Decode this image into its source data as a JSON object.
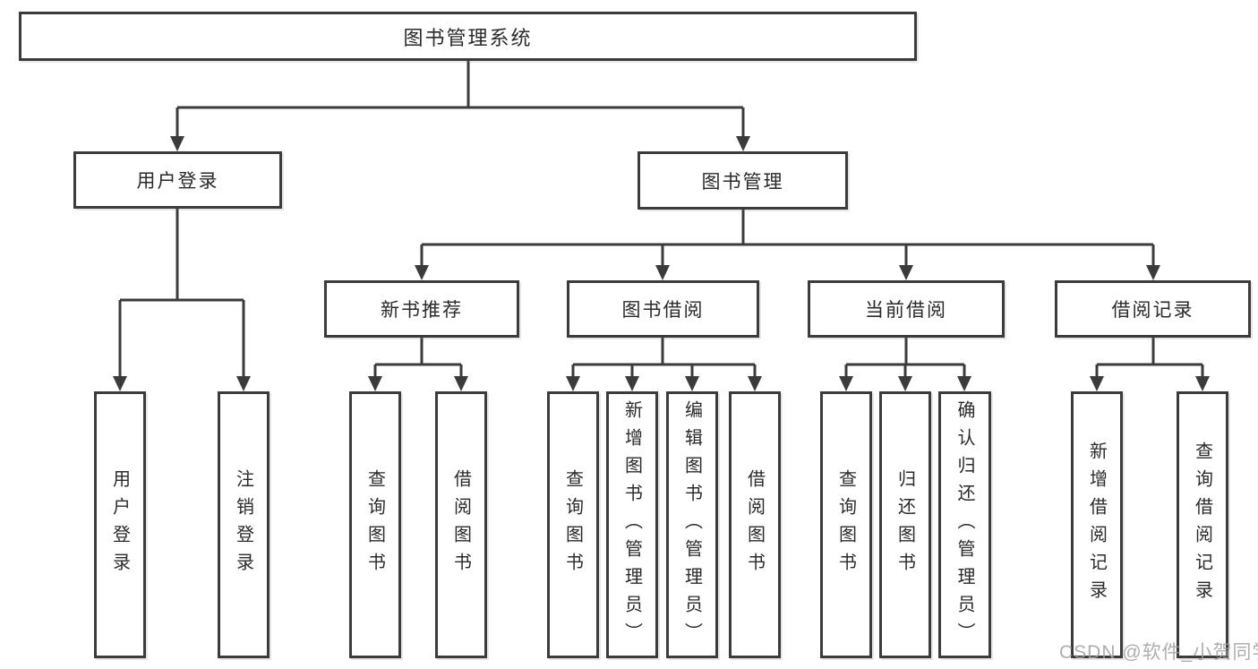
{
  "tree": {
    "label": "图书管理系统",
    "children": [
      {
        "label": "用户登录",
        "children": [
          {
            "label": "用户登录"
          },
          {
            "label": "注销登录"
          }
        ]
      },
      {
        "label": "图书管理",
        "children": [
          {
            "label": "新书推荐",
            "children": [
              {
                "label": "查询图书"
              },
              {
                "label": "借阅图书"
              }
            ]
          },
          {
            "label": "图书借阅",
            "children": [
              {
                "label": "查询图书"
              },
              {
                "label": "新增图书（管理员）"
              },
              {
                "label": "编辑图书（管理员）"
              },
              {
                "label": "借阅图书"
              }
            ]
          },
          {
            "label": "当前借阅",
            "children": [
              {
                "label": "查询图书"
              },
              {
                "label": "归还图书"
              },
              {
                "label": "确认归还（管理员）"
              }
            ]
          },
          {
            "label": "借阅记录",
            "children": [
              {
                "label": "新增借阅记录"
              },
              {
                "label": "查询借阅记录"
              }
            ]
          }
        ]
      }
    ]
  },
  "watermark": "CSDN @软件_小贺同学",
  "colors": {
    "line": "#3b3b3b",
    "text": "#2a2a2a",
    "background": "#ffffff",
    "watermark": "#a0a0a0"
  }
}
